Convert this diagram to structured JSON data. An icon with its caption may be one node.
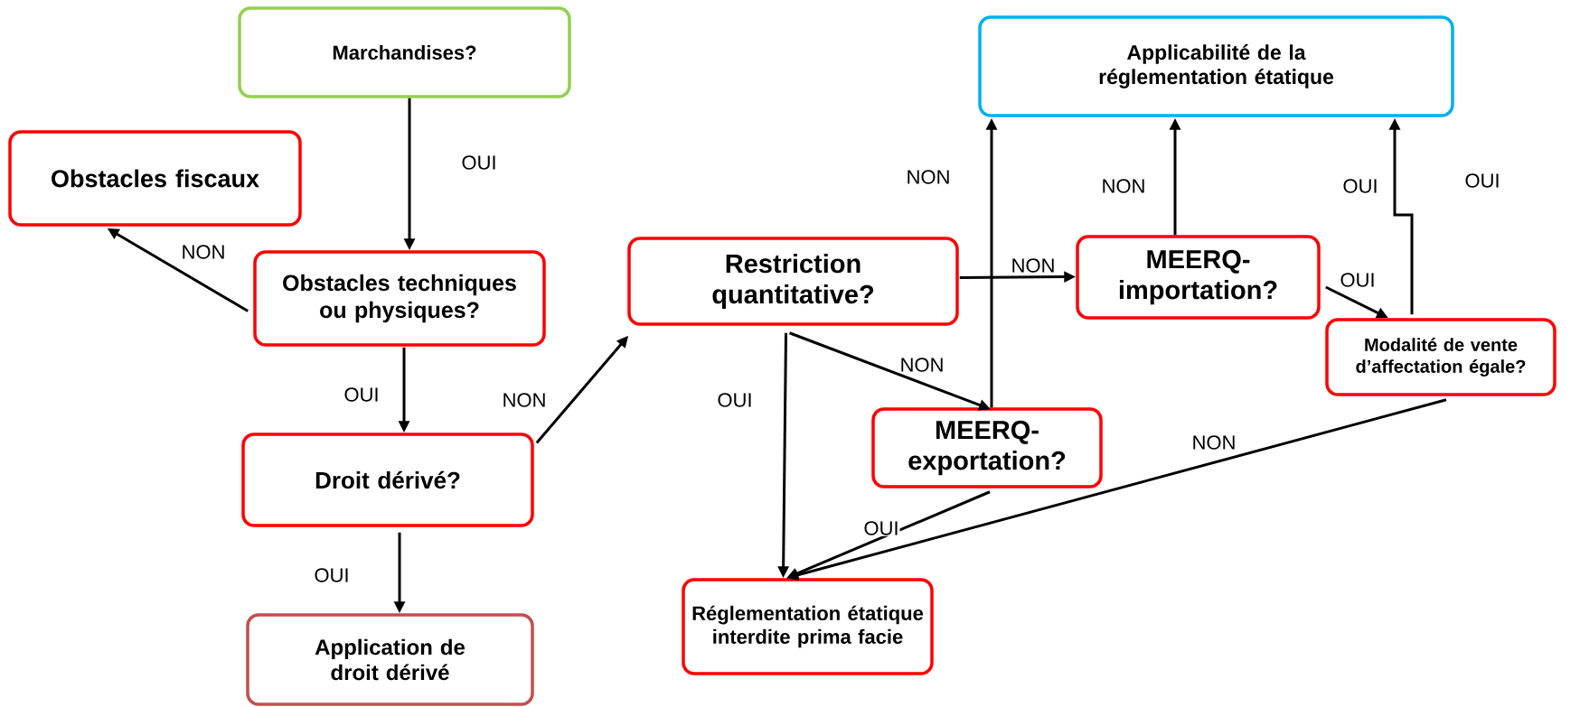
{
  "diagram": {
    "nodes": [
      {
        "text": [
          "Marchandises?"
        ]
      },
      {
        "text": [
          "Obstacles fiscaux"
        ]
      },
      {
        "text": [
          "Obstacles techniques ou physiques?"
        ]
      },
      {
        "text": [
          "Droit dérivé?"
        ]
      },
      {
        "text": [
          "Application de droit dérivé"
        ]
      },
      {
        "text": [
          "Applicabilité de la réglementation étatique"
        ]
      },
      {
        "text": [
          "Restriction quantitative?"
        ]
      },
      {
        "text": [
          "MEERQ-importation?"
        ]
      },
      {
        "text": [
          "Modalité de vente d’affectation égale?"
        ]
      },
      {
        "text": [
          "MEERQ-exportation?"
        ]
      },
      {
        "text": [
          "Réglementation étatique interdite prima facie"
        ]
      }
    ],
    "edges": [
      {
        "from": 0,
        "to": 2,
        "arrow": "to",
        "label": "OUI"
      },
      {
        "from": 2,
        "to": 1,
        "arrow": "to",
        "label": "NON"
      },
      {
        "from": 2,
        "to": 3,
        "arrow": "to",
        "label": "OUI"
      },
      {
        "from": 3,
        "to": 4,
        "arrow": "to",
        "label": "OUI"
      },
      {
        "from": 3,
        "to": 6,
        "arrow": "to",
        "label": "NON"
      },
      {
        "from": 6,
        "to": 7,
        "arrow": "to",
        "label": "NON"
      },
      {
        "from": 6,
        "to": 9,
        "arrow": "to",
        "label": "NON"
      },
      {
        "from": 6,
        "to": 10,
        "arrow": "to",
        "label": "OUI"
      },
      {
        "from": 9,
        "to": 5,
        "arrow": "to",
        "label": "NON"
      },
      {
        "from": 7,
        "to": 5,
        "arrow": "to",
        "label": "NON"
      },
      {
        "from": 7,
        "to": 8,
        "arrow": "to",
        "label": "OUI"
      },
      {
        "from": 8,
        "to": 5,
        "arrow": "to",
        "label": "OUI"
      },
      {
        "from": 9,
        "to": 10,
        "arrow": "to",
        "label": "OUI"
      },
      {
        "from": 8,
        "to": 10,
        "arrow": "to",
        "label": "NON"
      }
    ],
    "labels": [
      "OUI"
    ]
  }
}
